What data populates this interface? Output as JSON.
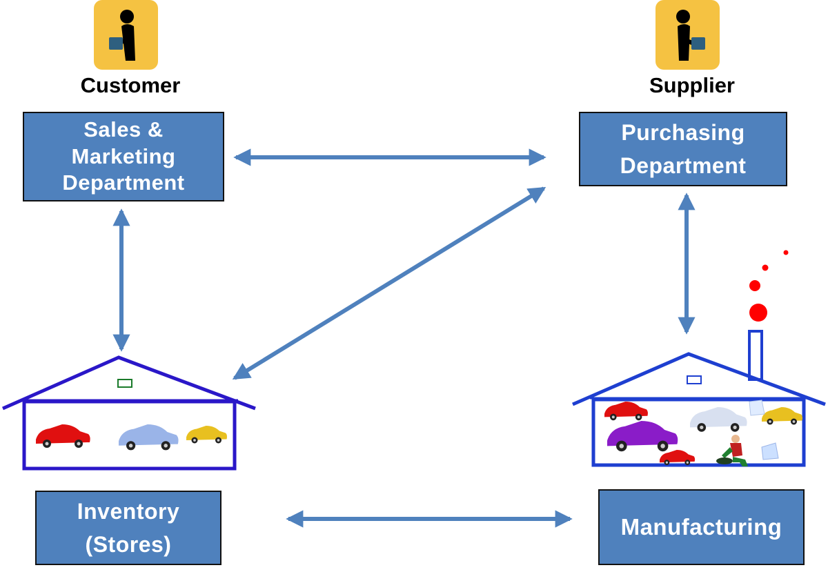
{
  "actors": {
    "customer": {
      "label": "Customer",
      "icon": "person-holding-box-icon"
    },
    "supplier": {
      "label": "Supplier",
      "icon": "person-holding-box-icon"
    }
  },
  "departments": {
    "sales": {
      "lines": [
        "Sales &",
        "Marketing",
        "Department"
      ]
    },
    "purchasing": {
      "lines": [
        "Purchasing",
        "Department"
      ]
    },
    "inventory": {
      "lines": [
        "Inventory",
        "(Stores)"
      ]
    },
    "manufacturing": {
      "lines": [
        "Manufacturing"
      ]
    }
  },
  "colors": {
    "department_fill": "#4f81bd",
    "arrow": "#4f81bd",
    "house_outline": "#1f1fcc",
    "icon_bg": "#f5c242",
    "smoke": "#ff0000"
  }
}
